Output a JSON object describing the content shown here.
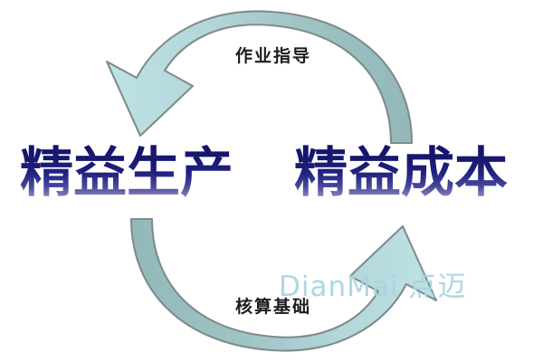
{
  "diagram": {
    "title_left": "精益生产",
    "title_right": "精益成本",
    "arc_top_label": "作业指导",
    "arc_bottom_label": "核算基础",
    "watermark": "DianMai 点迈",
    "colors": {
      "background": "#ffffff",
      "arrow_light": "#bcdfe2",
      "arrow_dark": "#93b8ba",
      "arrow_outline": "#7f8c8c",
      "text_gradient_top": "#13136b",
      "text_gradient_bottom": "#b9b9d6",
      "label_text": "#1c1c1c",
      "watermark_color": "#a8d4e0"
    },
    "arrows": [
      {
        "name": "top-arc-arrow",
        "direction": "clockwise-to-left",
        "label": "作业指导",
        "from": "精益成本",
        "to": "精益生产"
      },
      {
        "name": "bottom-arc-arrow",
        "direction": "clockwise-to-right",
        "label": "核算基础",
        "from": "精益生产",
        "to": "精益成本"
      }
    ]
  }
}
